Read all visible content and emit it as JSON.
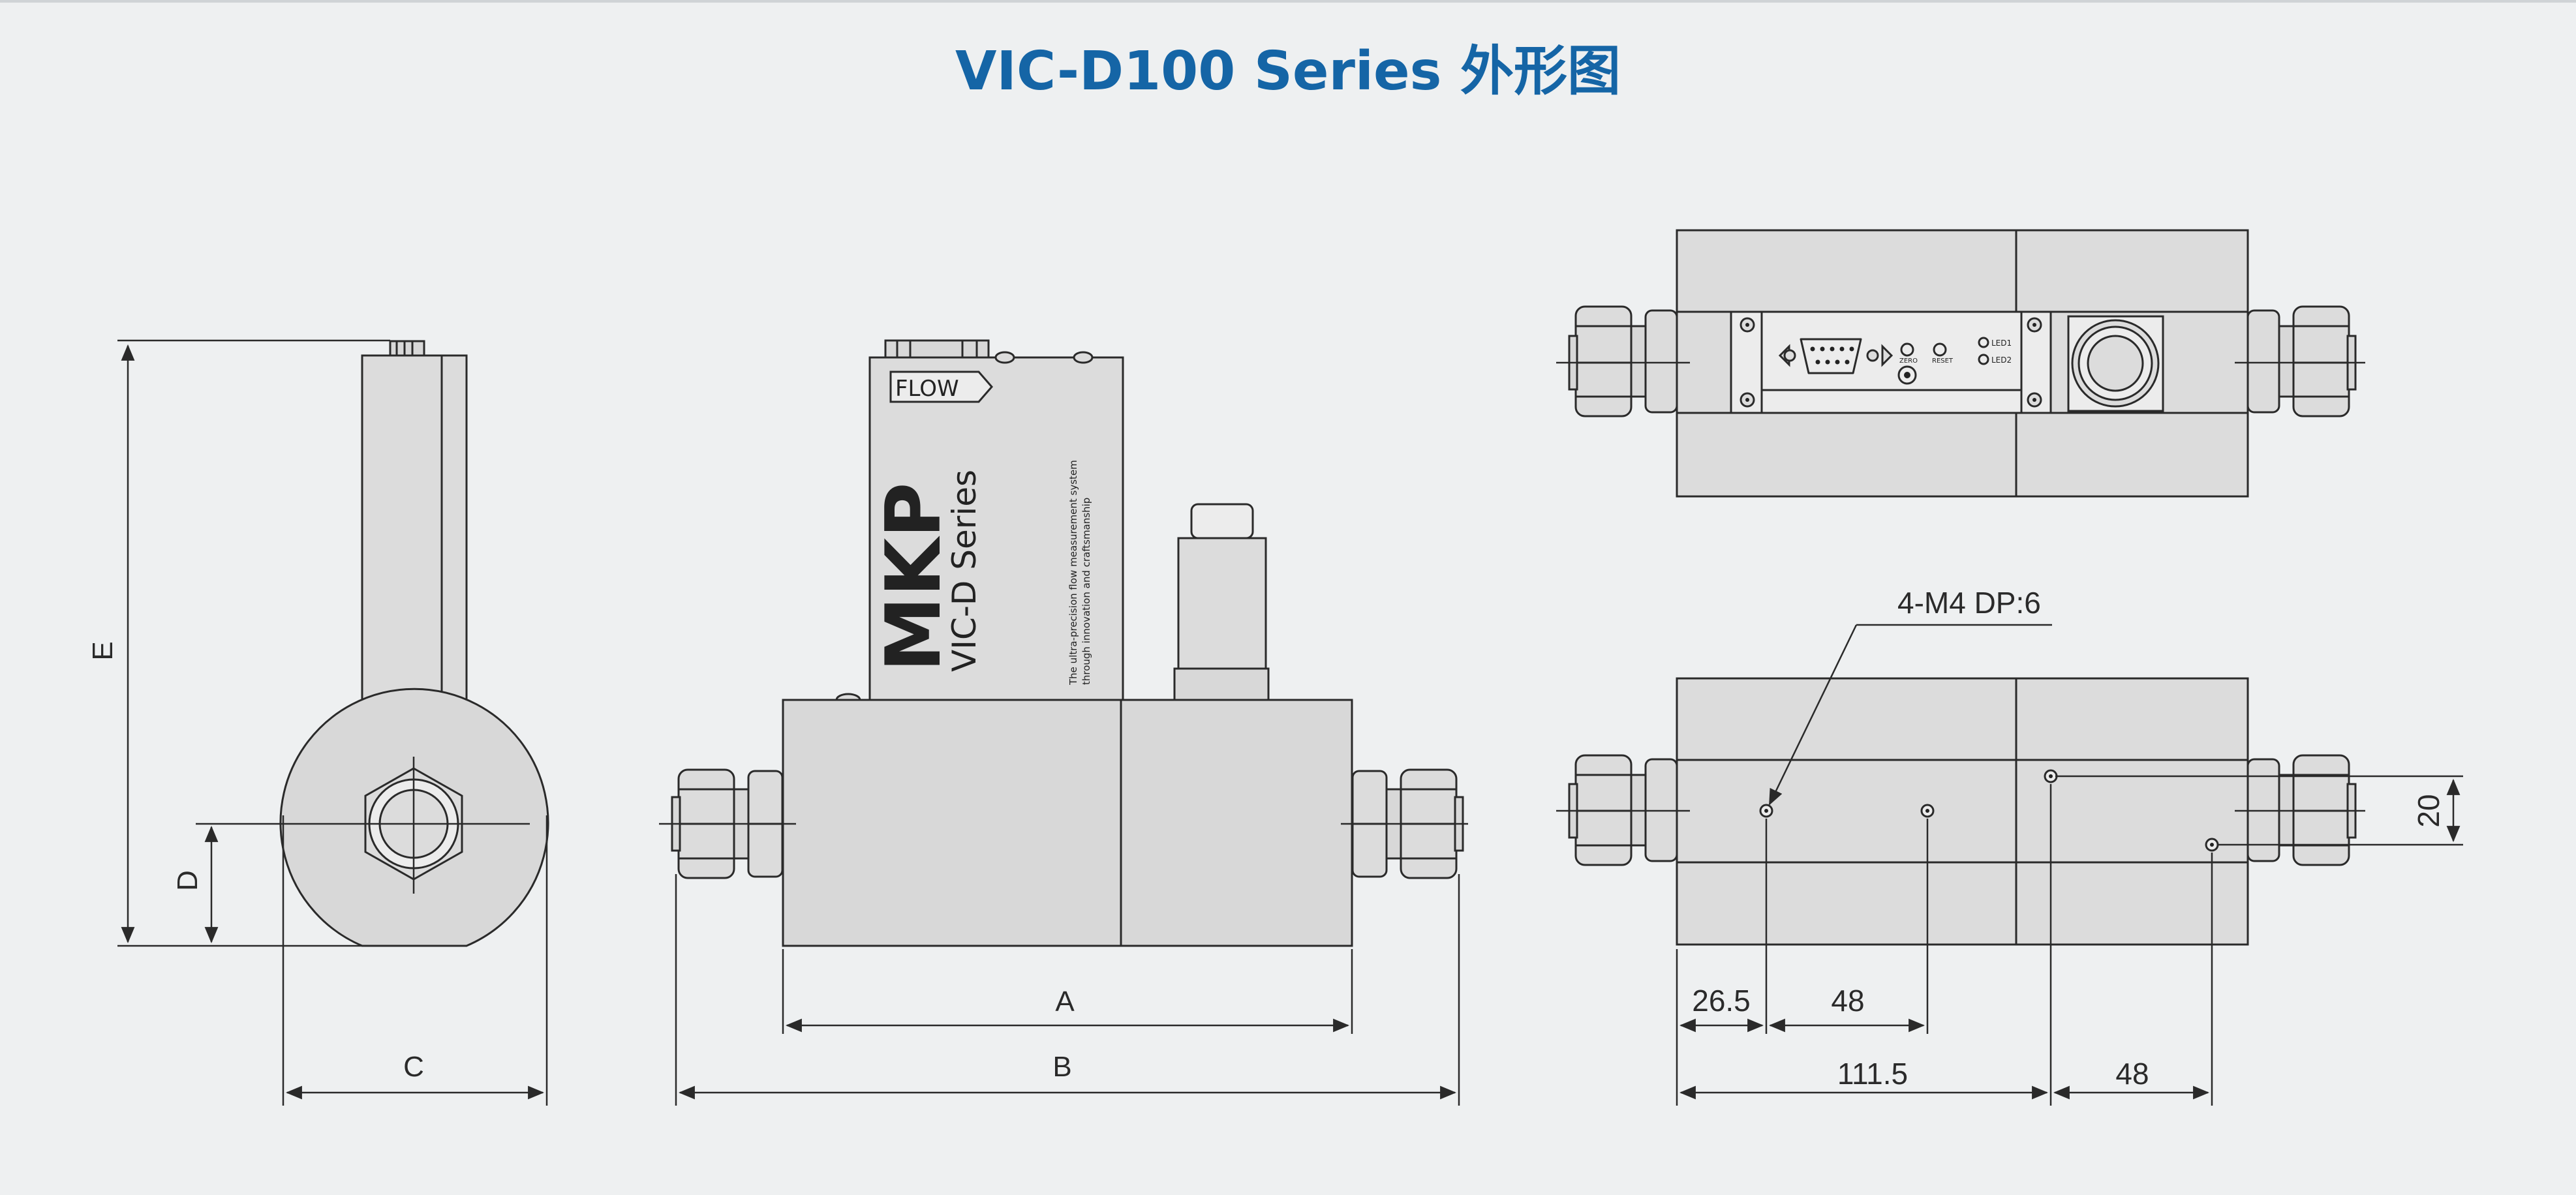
{
  "title": "VIC-D100 Series 外形图",
  "dimension_letters": {
    "A": "A",
    "B": "B",
    "C": "C",
    "D": "D",
    "E": "E"
  },
  "flow_label": "FLOW",
  "brand": "MKP",
  "series_name": "VIC-D Series",
  "tagline_1": "The ultra-precision flow measurement system",
  "tagline_2": "through innovation and craftsmanship",
  "led_labels": [
    "LED1",
    "LED2"
  ],
  "button_labels": [
    "ZERO",
    "RESET"
  ],
  "hole_note": "4-M4 DP:6",
  "dimensions": {
    "offset_first_hole": "26.5",
    "hole_pitch_upper": "48",
    "hole_span_total": "111.5",
    "hole_pitch_lower": "48",
    "hole_vertical": "20"
  }
}
